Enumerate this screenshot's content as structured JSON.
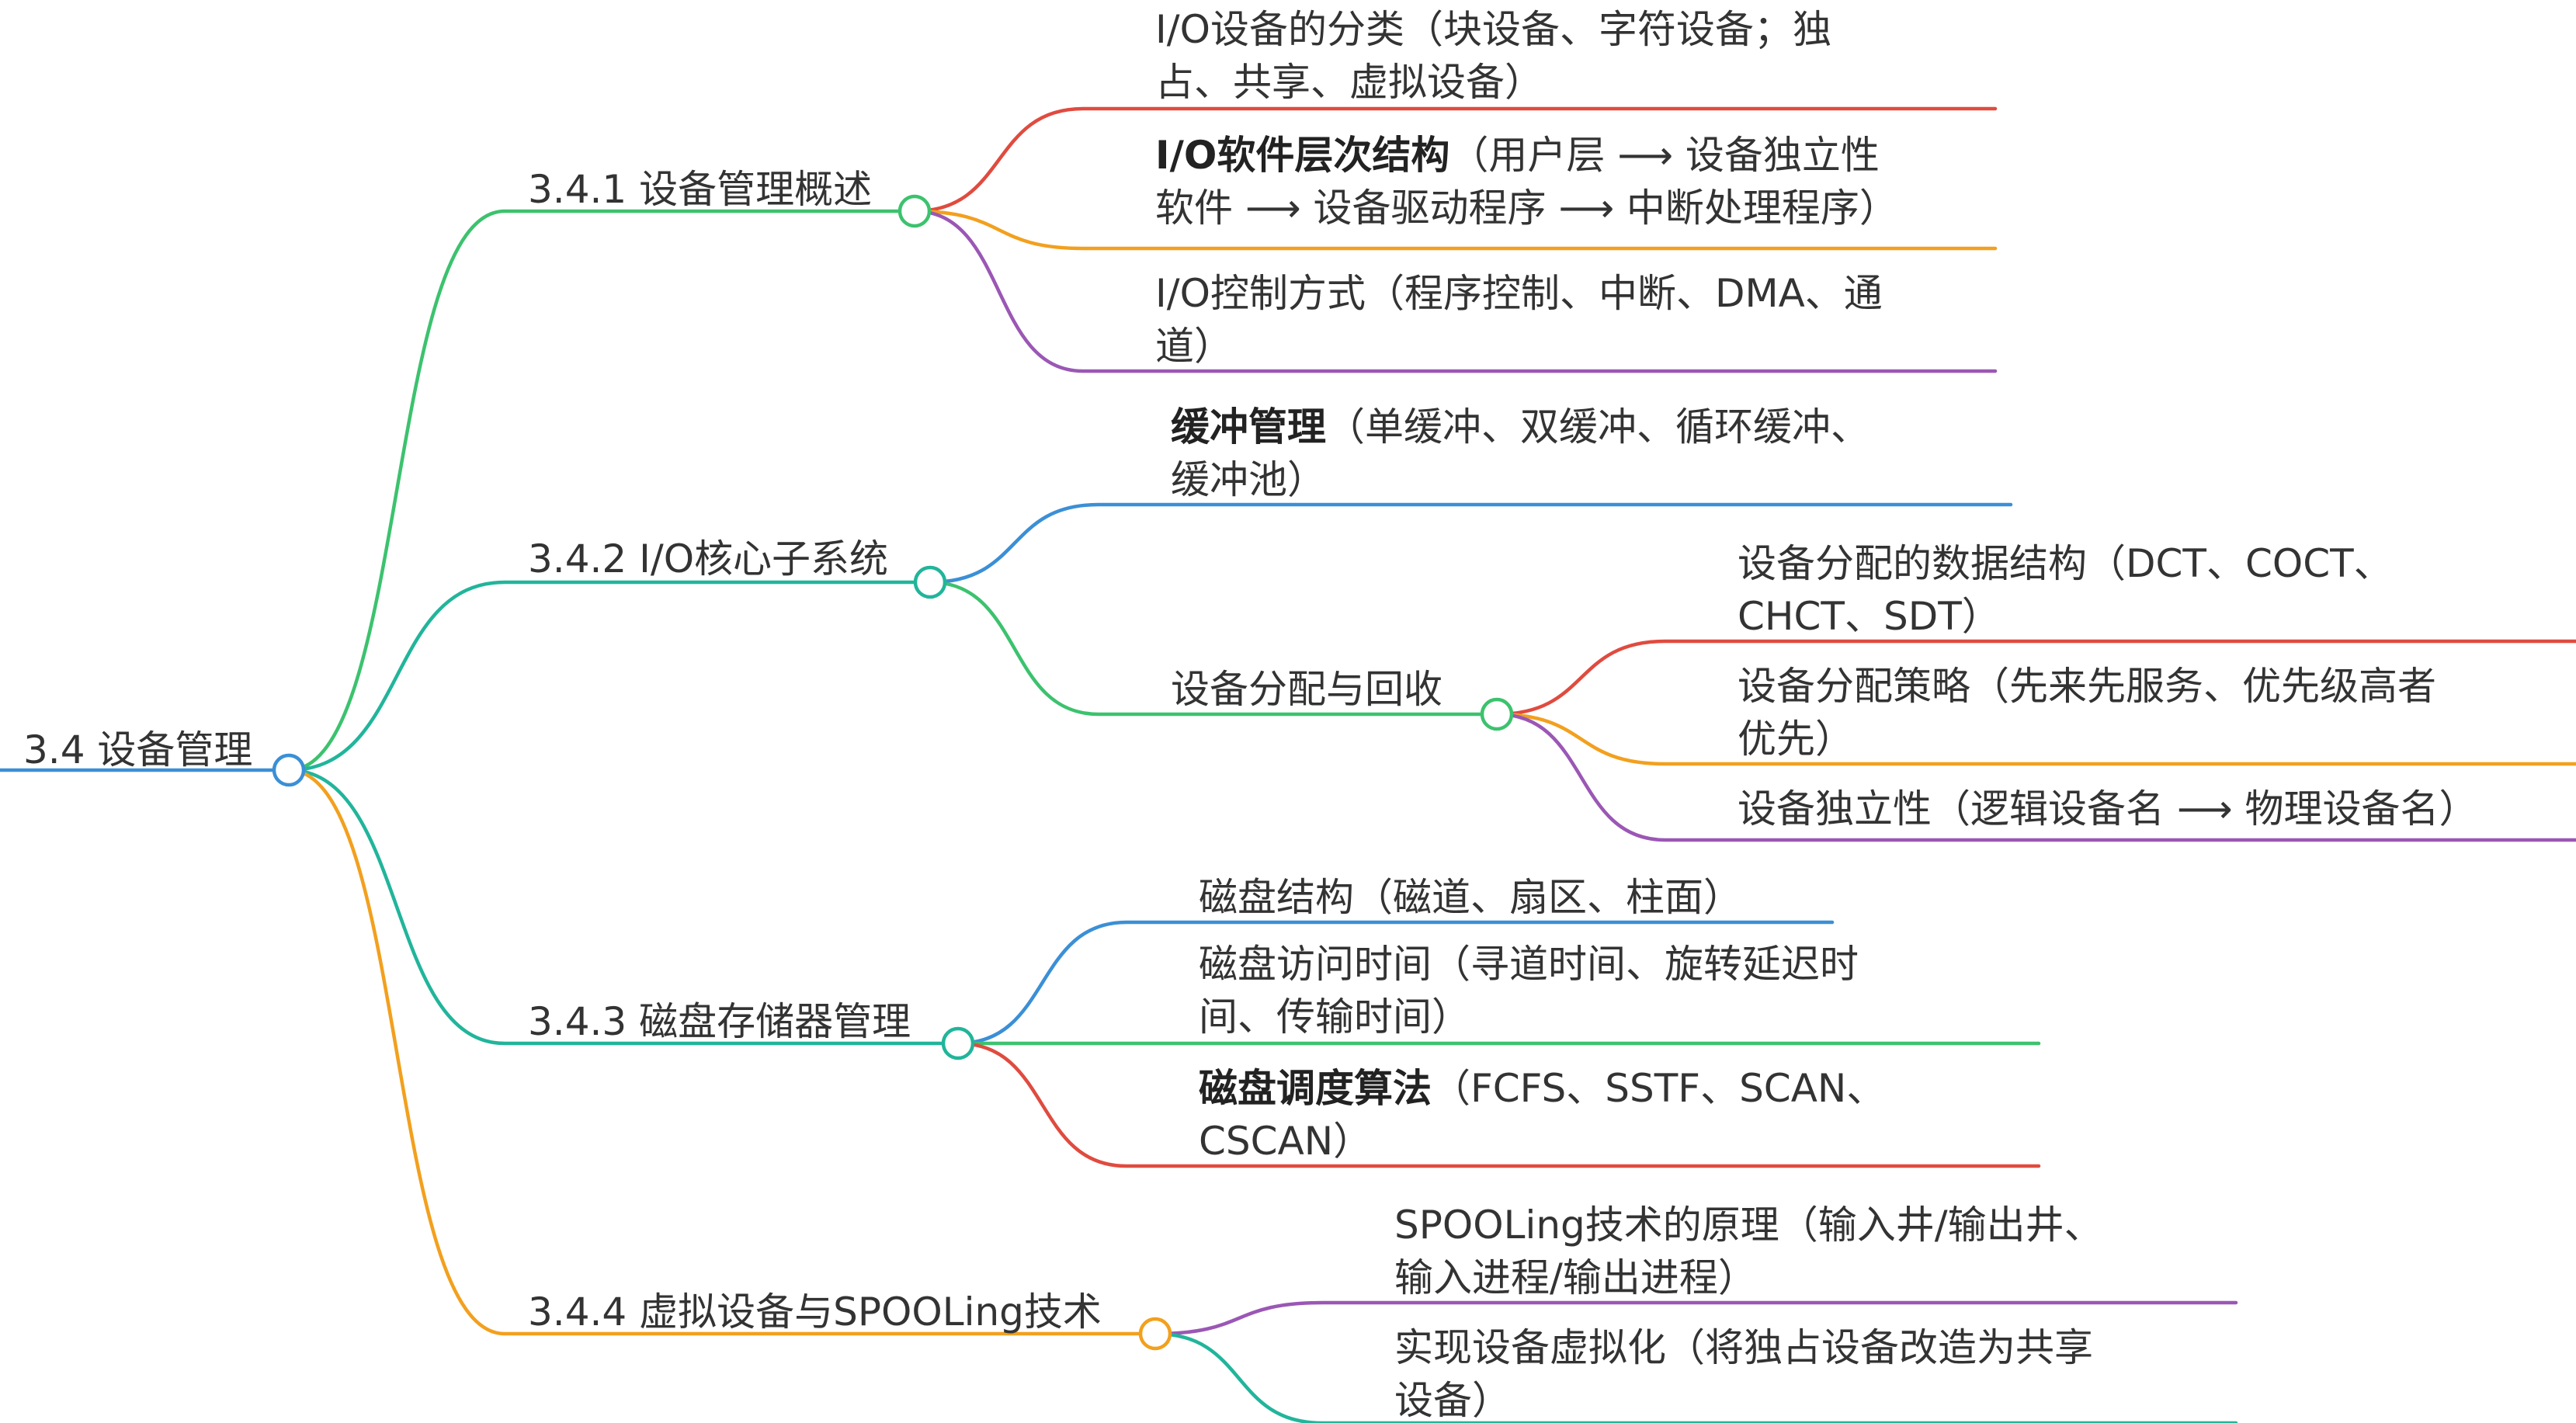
{
  "root": {
    "label": "3.4 设备管理",
    "color": "#3b8fd6"
  },
  "branches": [
    {
      "label": "3.4.1 设备管理概述",
      "color": "#3cc26e",
      "children": [
        {
          "lines": [
            "I/O设备的分类（块设备、字符设备；独",
            "占、共享、虚拟设备）"
          ],
          "color": "#e04b3f"
        },
        {
          "bold": "I/O软件层次结构",
          "lines": [
            "（用户层 ⟶ 设备独立性",
            "软件 ⟶ 设备驱动程序 ⟶ 中断处理程序）"
          ],
          "color": "#f2a01e"
        },
        {
          "lines": [
            "I/O控制方式（程序控制、中断、DMA、通",
            "道）"
          ],
          "color": "#9b57b5"
        }
      ]
    },
    {
      "label": "3.4.2 I/O核心子系统",
      "color": "#21b59b",
      "children": [
        {
          "bold": "缓冲管理",
          "lines": [
            "（单缓冲、双缓冲、循环缓冲、",
            "缓冲池）"
          ],
          "color": "#3b8fd6"
        },
        {
          "label": "设备分配与回收",
          "color": "#3cc26e",
          "children": [
            {
              "lines": [
                "设备分配的数据结构（DCT、COCT、",
                "CHCT、SDT）"
              ],
              "color": "#e04b3f"
            },
            {
              "lines": [
                "设备分配策略（先来先服务、优先级高者",
                "优先）"
              ],
              "color": "#f2a01e"
            },
            {
              "lines": [
                "设备独立性（逻辑设备名 ⟶ 物理设备名）"
              ],
              "color": "#9b57b5"
            }
          ]
        }
      ]
    },
    {
      "label": "3.4.3 磁盘存储器管理",
      "color": "#21b59b",
      "children": [
        {
          "lines": [
            "磁盘结构（磁道、扇区、柱面）"
          ],
          "color": "#3b8fd6"
        },
        {
          "lines": [
            "磁盘访问时间（寻道时间、旋转延迟时",
            "间、传输时间）"
          ],
          "color": "#3cc26e"
        },
        {
          "bold": "磁盘调度算法",
          "lines": [
            "（FCFS、SSTF、SCAN、",
            "CSCAN）"
          ],
          "color": "#e04b3f"
        }
      ]
    },
    {
      "label": "3.4.4 虚拟设备与SPOOLing技术",
      "color": "#f2a01e",
      "children": [
        {
          "lines": [
            "SPOOLing技术的原理（输入井/输出井、",
            "输入进程/输出进程）"
          ],
          "color": "#9b57b5"
        },
        {
          "lines": [
            "实现设备虚拟化（将独占设备改造为共享",
            "设备）"
          ],
          "color": "#21b59b"
        }
      ]
    }
  ]
}
